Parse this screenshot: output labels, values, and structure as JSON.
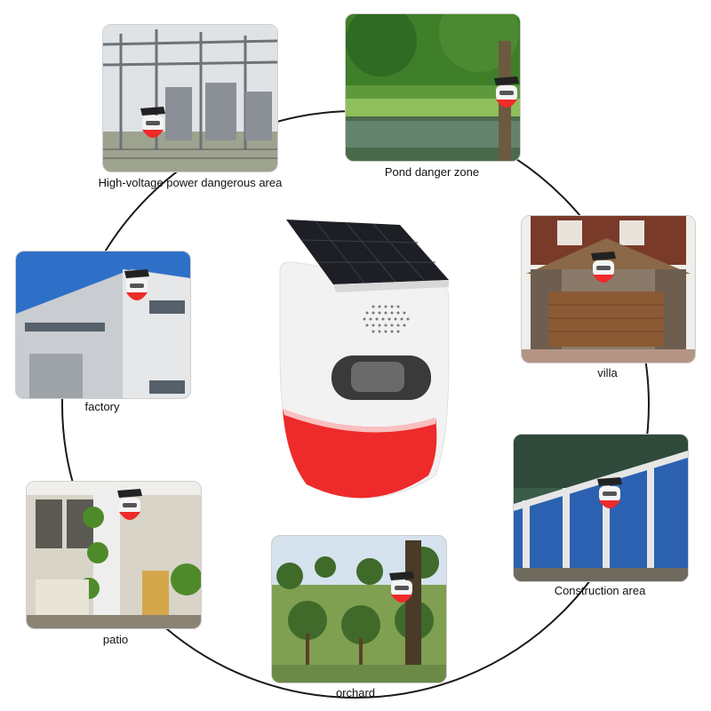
{
  "scenes": {
    "high_voltage": {
      "label": "High-voltage power dangerous area"
    },
    "pond": {
      "label": "Pond danger zone"
    },
    "villa": {
      "label": "villa"
    },
    "factory": {
      "label": "factory"
    },
    "construction": {
      "label": "Construction area"
    },
    "patio": {
      "label": "patio"
    },
    "orchard": {
      "label": "orchard"
    }
  },
  "colors": {
    "alarm_red": "#ee2a2a",
    "device_white": "#f4f4f4",
    "solar_panel": "#1d1f25",
    "connector_line": "#1a1a1a"
  }
}
